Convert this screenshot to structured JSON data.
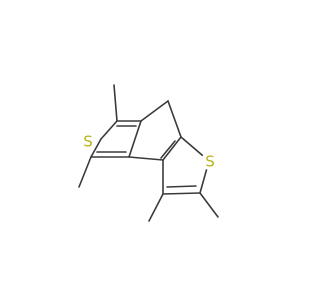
{
  "molecule": {
    "atoms": [
      {
        "id": "s1",
        "element": "S",
        "label": "S"
      },
      {
        "id": "s2",
        "element": "S",
        "label": "S"
      }
    ],
    "colors": {
      "bond": "#3a3a3a",
      "sulfur": "#b9b21c",
      "background": "#ffffff"
    }
  }
}
